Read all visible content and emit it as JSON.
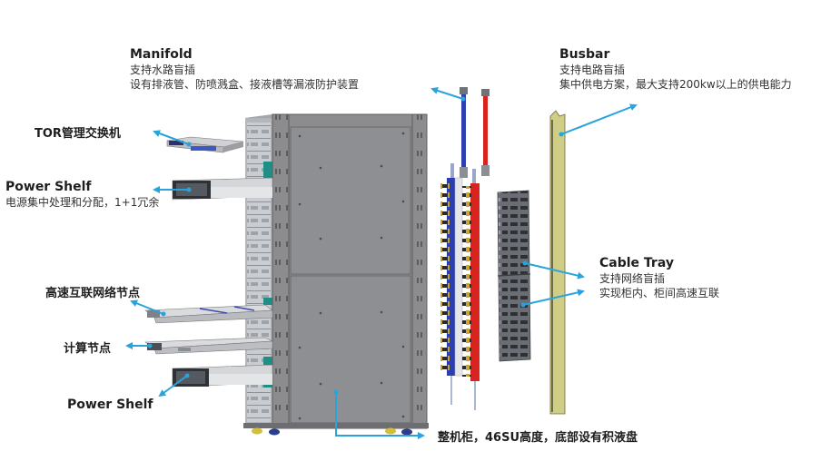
{
  "diagram": {
    "subject": "liquid-cooled rack cabinet exploded view",
    "callouts": {
      "manifold": {
        "title": "Manifold",
        "lines": [
          "支持水路盲插",
          "设有排液管、防喷溅盒、接液槽等漏液防护装置"
        ]
      },
      "busbar": {
        "title": "Busbar",
        "lines": [
          "支持电路盲插",
          "集中供电方案，最大支持200kw以上的供电能力"
        ]
      },
      "tor_switch": {
        "title": "TOR管理交换机"
      },
      "power_shelf_top": {
        "title": "Power Shelf",
        "lines": [
          "电源集中处理和分配，1+1冗余"
        ]
      },
      "interconnect_node": {
        "title": "高速互联网络节点"
      },
      "compute_node": {
        "title": "计算节点"
      },
      "power_shelf_bottom": {
        "title": "Power Shelf"
      },
      "cable_tray": {
        "title": "Cable Tray",
        "lines": [
          "支持网络盲插",
          "实现柜内、柜间高速互联"
        ]
      },
      "cabinet": {
        "title": "整机柜，46SU高度，底部设有积液盘"
      }
    },
    "colors": {
      "arrow": "#29a3dc",
      "cabinet": "#8c8c8e",
      "manifold_supply": "#2b3fb0",
      "manifold_return": "#d9231f",
      "busbar": "#cfcd86",
      "cable_tray": "#5a5d62",
      "port_teal": "#1f8f86"
    }
  }
}
